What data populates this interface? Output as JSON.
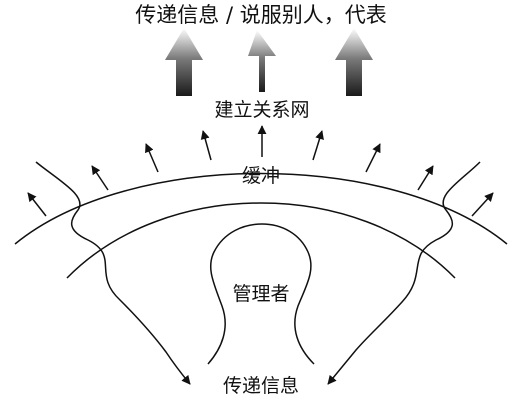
{
  "labels": {
    "top": "传递信息 / 说服别人，代表",
    "network": "建立关系网",
    "buffer": "缓冲",
    "manager": "管理者",
    "bottom": "传递信息"
  },
  "colors": {
    "ink": "#111111",
    "arrow_dark": "#1a1a1a",
    "arrow_light": "#ffffff",
    "background": "#ffffff"
  },
  "icons": {
    "outward_arrow": "thin-arrow-icon",
    "upward_arrow": "gradient-block-arrow-icon"
  }
}
